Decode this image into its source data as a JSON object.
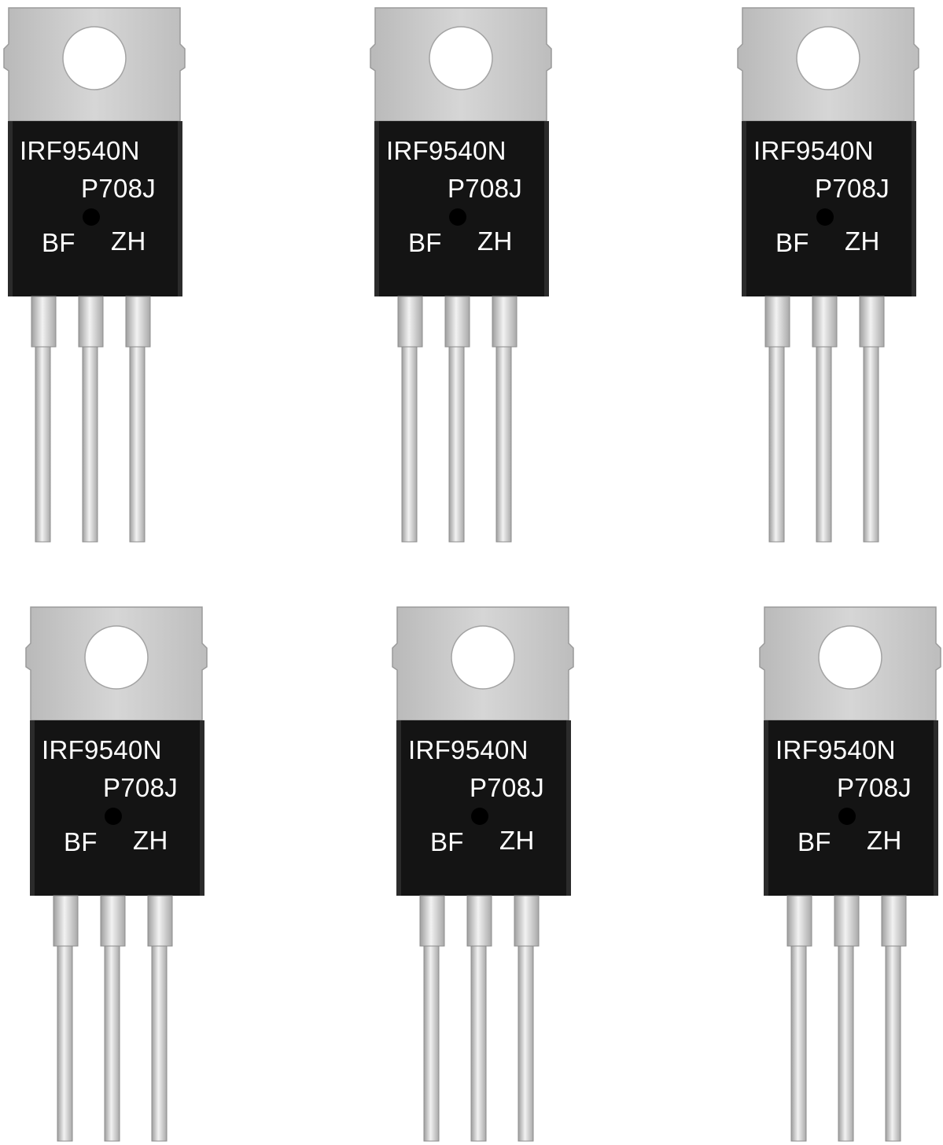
{
  "parts": [
    {
      "model": "IRF9540N",
      "code": "P708J",
      "left_mark": "BF",
      "right_mark": "ZH"
    },
    {
      "model": "IRF9540N",
      "code": "P708J",
      "left_mark": "BF",
      "right_mark": "ZH"
    },
    {
      "model": "IRF9540N",
      "code": "P708J",
      "left_mark": "BF",
      "right_mark": "ZH"
    },
    {
      "model": "IRF9540N",
      "code": "P708J",
      "left_mark": "BF",
      "right_mark": "ZH"
    },
    {
      "model": "IRF9540N",
      "code": "P708J",
      "left_mark": "BF",
      "right_mark": "ZH"
    },
    {
      "model": "IRF9540N",
      "code": "P708J",
      "left_mark": "BF",
      "right_mark": "ZH"
    }
  ],
  "colors": {
    "background": "#ffffff",
    "package_body": "#141414",
    "metal_tab": "#c9c9c9",
    "leads": "#cfcfcf",
    "marking_text": "#ffffff"
  }
}
